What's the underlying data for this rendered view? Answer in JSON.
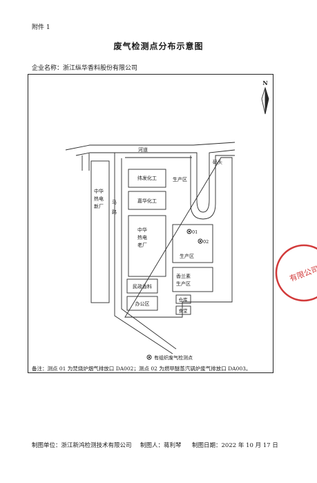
{
  "doc": {
    "attachment": "附件 1",
    "title": "废气检测点分布示意图",
    "company_label": "企业名称：",
    "company_name": "浙江纵华香料股份有限公司"
  },
  "map": {
    "north": "N",
    "river": "河道",
    "dock": "码头",
    "road": [
      "马",
      "路"
    ],
    "old_plant_new": [
      "中华",
      "热电",
      "新厂"
    ],
    "old_plant_old": [
      "中华",
      "热电",
      "老厂"
    ],
    "weifa": "纬发化工",
    "jiahua": "嘉华化工",
    "production_top": "生产区",
    "point_01": "01",
    "point_02": "02",
    "production_mid": "生产区",
    "xianglansu": [
      "香兰素",
      "生产区"
    ],
    "minzheng": "民政香料",
    "office": "办公区",
    "warehouse": "仓库",
    "canteen": "食堂",
    "legend": "有组织废气检测点"
  },
  "note": "备注：测点 01 为焚烧炉烟气排放口 DA002；测点 02 为燃甲醚蒸汽锅炉废气排放口 DA003。",
  "footer": {
    "maker_label": "制图单位：",
    "maker": "浙江新鸿检测技术有限公司",
    "person_label": "制图人：",
    "person": "蒋利琴",
    "date_label": "制图日期：",
    "date": "2022 年 10 月 17 日"
  },
  "seal": {
    "text": "有限公司",
    "color": "#d23a3a"
  }
}
